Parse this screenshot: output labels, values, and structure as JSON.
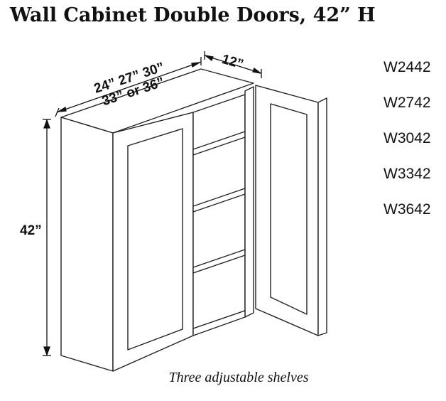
{
  "title": "Wall Cabinet Double Doors, 42” H",
  "dimensions": {
    "width_line1": "24” 27” 30”",
    "width_line2": "33” or 36”",
    "depth": "12”",
    "height": "42”"
  },
  "models": [
    "W2442",
    "W2742",
    "W3042",
    "W3342",
    "W3642"
  ],
  "caption": "Three adjustable shelves"
}
